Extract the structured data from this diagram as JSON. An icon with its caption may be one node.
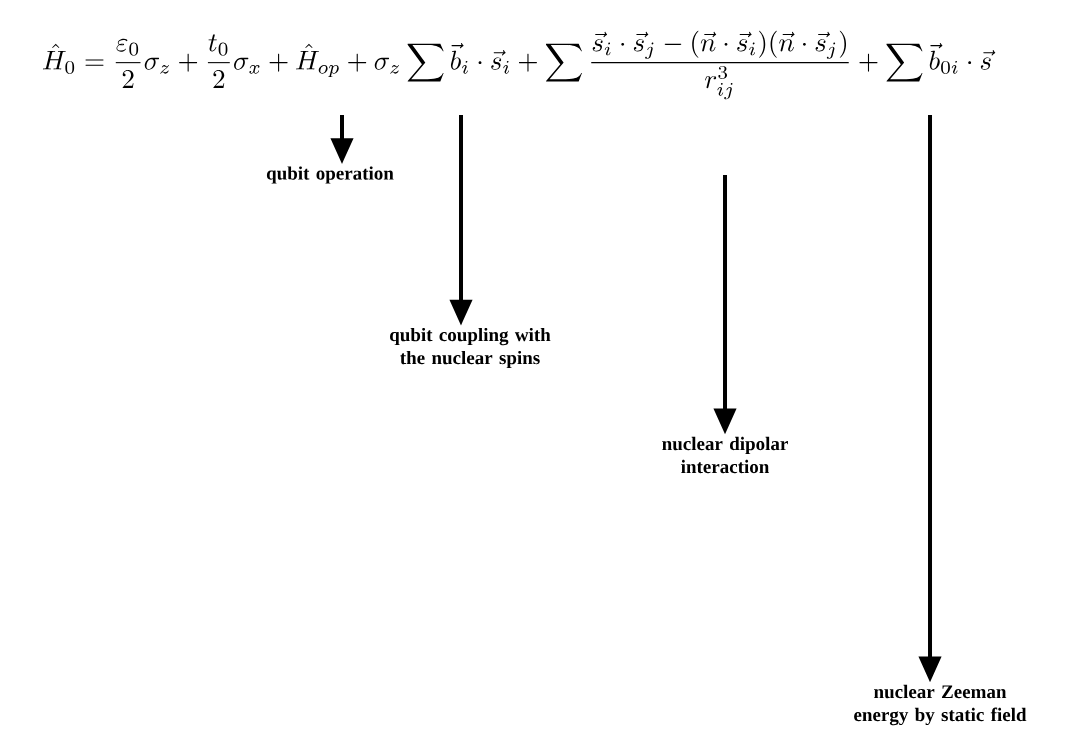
{
  "diagram": {
    "nodes": [
      {
        "text": [
          "qubit operation"
        ]
      },
      {
        "text": [
          "qubit coupling with the nuclear spins"
        ]
      },
      {
        "text": [
          "nuclear dipolar interaction"
        ]
      },
      {
        "text": [
          "nuclear Zeeman energy by static field"
        ]
      }
    ],
    "edges": [
      {
        "from": null,
        "to": 0,
        "arrow": "to"
      },
      {
        "from": null,
        "to": 1,
        "arrow": "to"
      },
      {
        "from": null,
        "to": 2,
        "arrow": "to"
      },
      {
        "from": null,
        "to": 3,
        "arrow": "to"
      }
    ],
    "labels": [
      "\\hat{H}_0=\\frac{\\varepsilon_0}{2}\\sigma_z+\\frac{t_0}{2}\\sigma_x+\\hat{H}_{op}+\\sigma_z\\sum\\vec{b}_i\\cdot\\vec{s}_i+\\sum\\frac{\\vec{s}_i\\cdot\\vec{s}_j-(\\vec{n}\\cdot\\vec{s}_i)(\\vec{n}\\cdot\\vec{s}_j)}{r_{ij}^3}+\\sum\\vec{b}_{0i}\\cdot\\vec{s}"
    ]
  }
}
